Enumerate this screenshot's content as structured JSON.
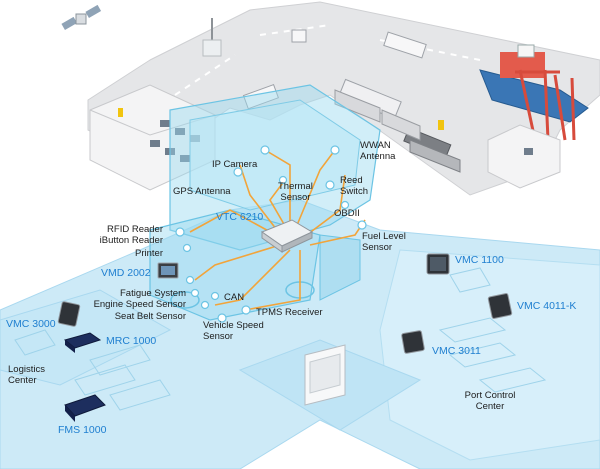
{
  "colors": {
    "road": "#e5e6e8",
    "road_edge": "#cfd0d3",
    "floor": "#cdeaf7",
    "floor_edge": "#a9d8ef",
    "vehicle_glass": "#9ad9ef",
    "wiring": "#f2a43a",
    "product_label": "#1f7fd0",
    "label": "#1d1d1d"
  },
  "products": {
    "vtc_6210": "VTC 6210",
    "vmd_2002": "VMD 2002",
    "vmc_1100": "VMC 1100",
    "vmc_4011k": "VMC 4011-K",
    "vmc_3011": "VMC 3011",
    "vmc_3000": "VMC 3000",
    "mrc_1000": "MRC 1000",
    "fms_1000": "FMS 1000"
  },
  "labels": {
    "ip_camera": "IP Camera",
    "wwan_antenna": [
      "WWAN",
      "Antenna"
    ],
    "gps_antenna": "GPS Antenna",
    "thermal_sensor": [
      "Thermal",
      "Sensor"
    ],
    "reed_switch": [
      "Reed",
      "Switch"
    ],
    "obdii": "OBDII",
    "fuel_level_sensor": [
      "Fuel Level",
      "Sensor"
    ],
    "rfid_reader": "RFID Reader",
    "ibutton_reader": "iButton Reader",
    "printer": "Printer",
    "fatigue_system": "Fatigue System",
    "engine_speed_sensor": "Engine Speed Sensor",
    "seat_belt_sensor": "Seat Belt Sensor",
    "can": "CAN",
    "tpms_receiver": "TPMS Receiver",
    "vehicle_speed_sensor": [
      "Vehicle Speed",
      "Sensor"
    ],
    "logistics_center": [
      "Logistics",
      "Center"
    ],
    "port_control_center": [
      "Port Control",
      "Center"
    ]
  }
}
